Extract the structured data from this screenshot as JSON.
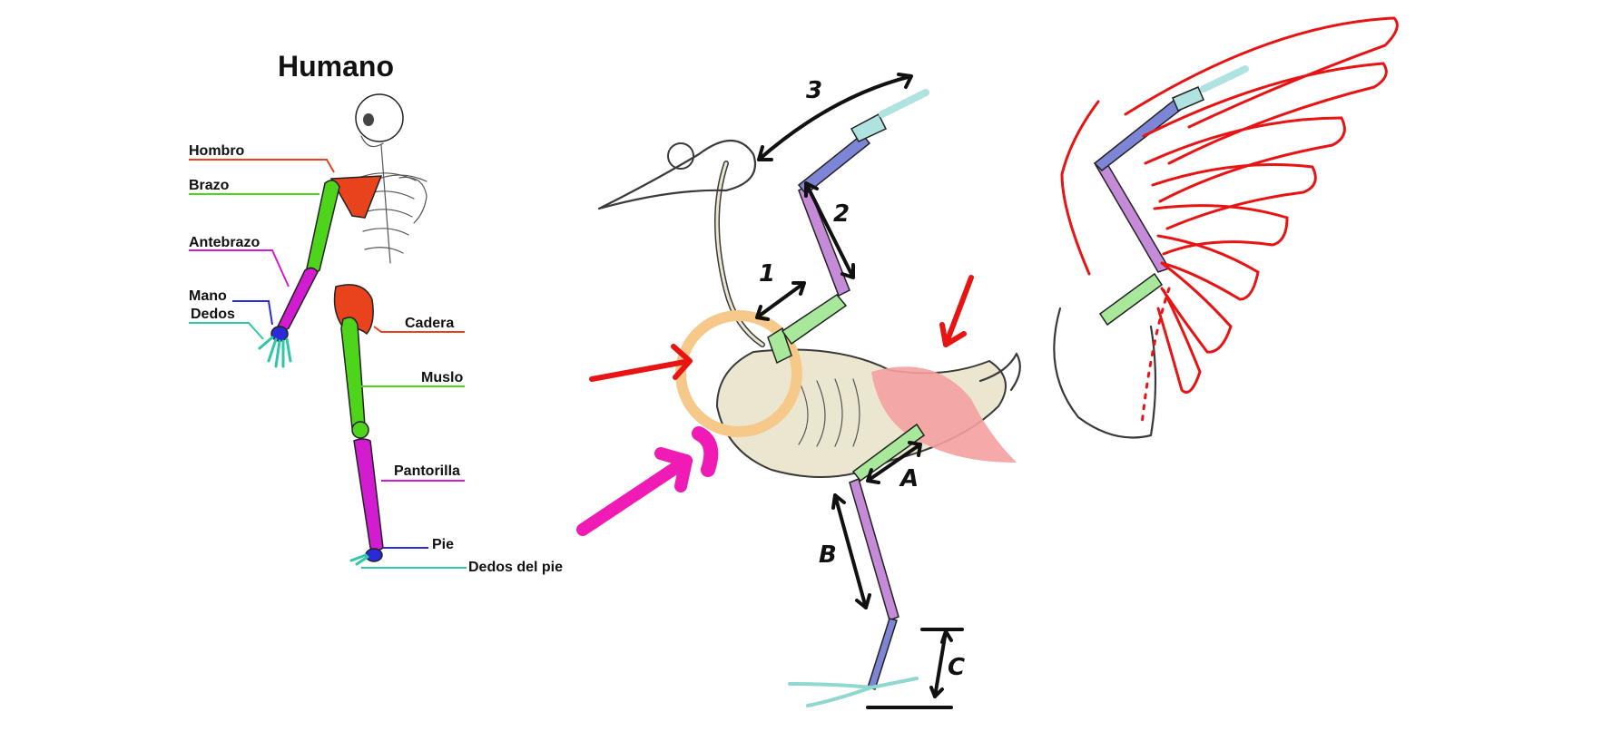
{
  "title": "Humano",
  "human_labels": {
    "shoulder": "Hombro",
    "arm": "Brazo",
    "forearm": "Antebrazo",
    "hand": "Mano",
    "fingers": "Dedos",
    "hip": "Cadera",
    "thigh": "Muslo",
    "calf": "Pantorilla",
    "foot": "Pie",
    "toes": "Dedos del pie"
  },
  "bird_marks": {
    "m1": "1",
    "m2": "2",
    "m3": "3",
    "mA": "A",
    "mB": "B",
    "mC": "C"
  },
  "colors": {
    "shoulder": "#e8431c",
    "arm": "#4fd41c",
    "forearm": "#d11ccf",
    "hand": "#2a2ad8",
    "fingers": "#2ec7a8",
    "hip": "#e8431c",
    "bird_body": "#ebe6cf",
    "bird_humerus": "#7d86d6",
    "bird_forearm": "#c58bd8",
    "bird_hand": "#aee3e0",
    "bird_shoulder": "#a8e89a",
    "bird_thigh_muscle": "#f4a1a0",
    "red_arrow": "#e81414",
    "magenta_arrow": "#f01bb5",
    "orange_circle": "#f6c98a",
    "wing_outline": "#e81414"
  }
}
